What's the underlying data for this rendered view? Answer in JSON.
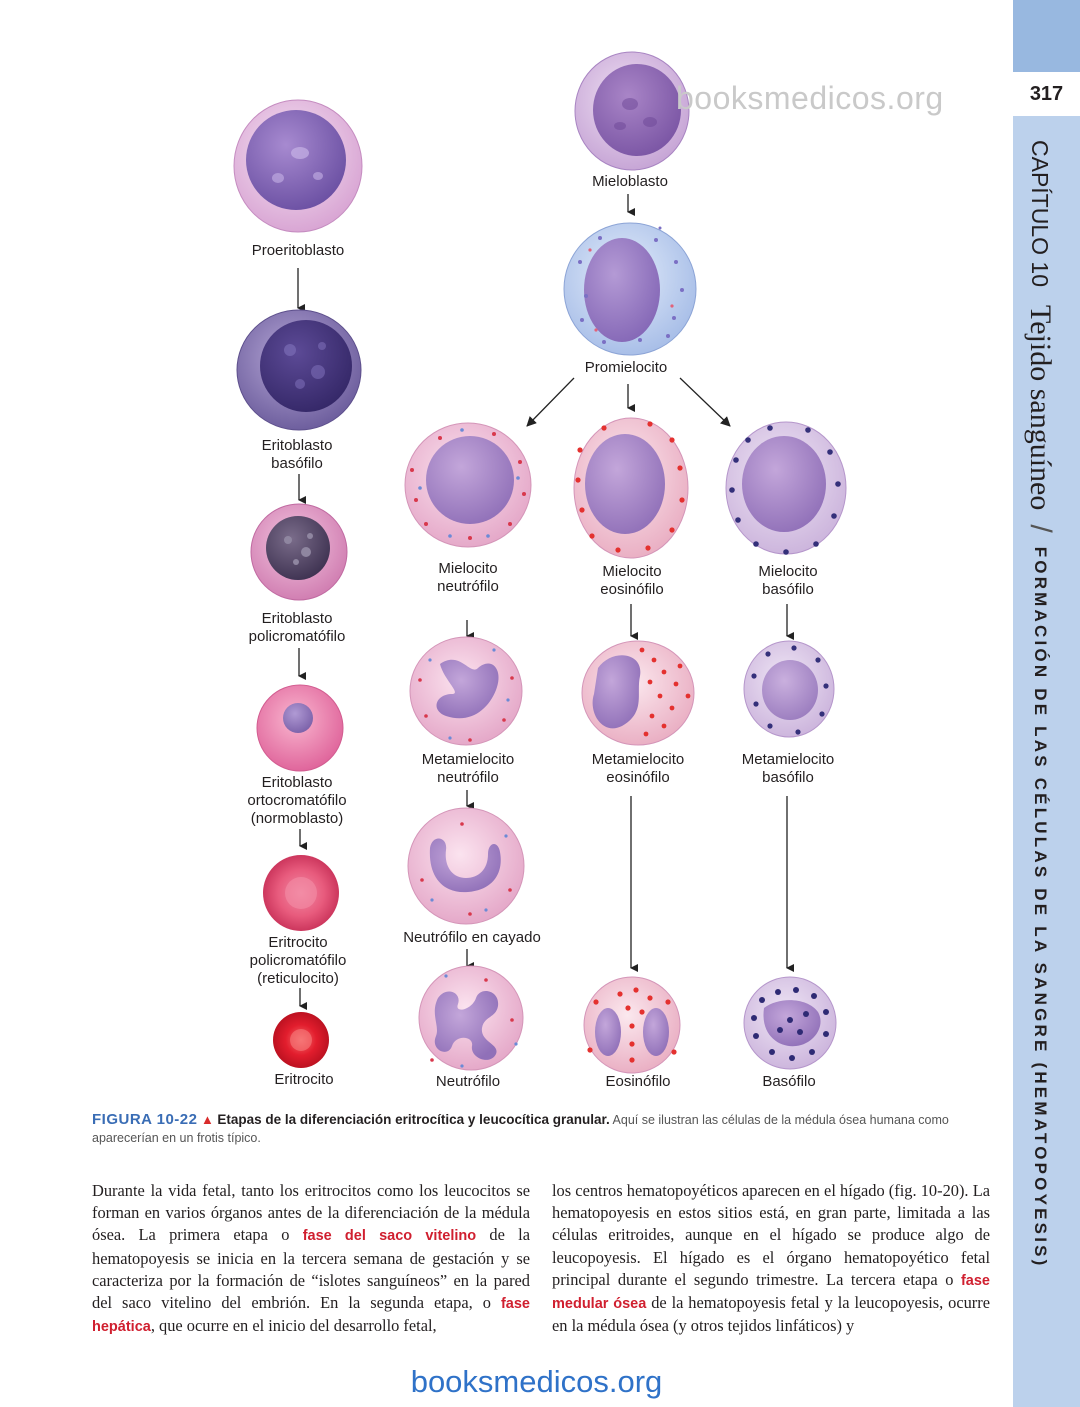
{
  "side_tab": {
    "page_number": "317",
    "chapter": "CAPÍTULO 10",
    "chapter_title": "Tejido sanguíneo",
    "separator": "/",
    "section": "FORMACIÓN DE LAS CÉLULAS DE LA SANGRE (HEMATOPOYESIS)"
  },
  "figure": {
    "watermark": "booksmedicos.org",
    "erythroid": [
      "Proeritoblasto",
      "Eritoblasto\nbasófilo",
      "Eritoblasto\npolicromatófilo",
      "Eritoblasto\nortocromatófilo\n(normoblasto)",
      "Eritrocito\npolicromatófilo\n(reticulocito)",
      "Eritrocito"
    ],
    "granulocytic_common": [
      "Mieloblasto",
      "Promielocito"
    ],
    "neutrophil_line": [
      "Mielocito\nneutrófilo",
      "Metamielocito\nneutrófilo",
      "Neutrófilo en cayado",
      "Neutrófilo"
    ],
    "eosinophil_line": [
      "Mielocito\neosinófilo",
      "Metamielocito\neosinófilo",
      "Eosinófilo"
    ],
    "basophil_line": [
      "Mielocito\nbasófilo",
      "Metamielocito\nbasófilo",
      "Basófilo"
    ]
  },
  "caption": {
    "label": "FIGURA 10-22",
    "marker": "▲",
    "title": "Etapas de la diferenciación eritrocítica y leucocítica granular.",
    "text": "Aquí se ilustran las células de la médula ósea humana como aparecerían en un frotis típico."
  },
  "body": {
    "left_a": "Durante la vida fetal, tanto los eritrocitos como los leucocitos se forman en varios órganos antes de la diferenciación de la médula ósea. La primera etapa o ",
    "term_1": "fase del saco vitelino",
    "left_b": " de la hematopoyesis se inicia en la tercera semana de gestación y se caracteriza por la formación de “islotes sanguíneos” en la pared del saco vitelino del embrión. En la segunda etapa, o ",
    "term_2": "fase hepática",
    "left_c": ", que ocurre en el inicio del desarrollo fetal,",
    "right_a": "los centros hematopoyéticos aparecen en el hígado (fig. 10-20). La hematopoyesis en estos sitios está, en gran parte, limitada a las células eritroides, aunque en el hígado se produce algo de leucopoyesis. El hígado es el órgano hematopoyético fetal principal durante el segundo trimestre. La tercera etapa o ",
    "term_3": "fase medular ósea",
    "right_b": " de la hematopoyesis fetal y la leucopoyesis, ocurre en la médula ósea (y otros tejidos linfáticos) y"
  },
  "footer_watermark": "booksmedicos.org"
}
